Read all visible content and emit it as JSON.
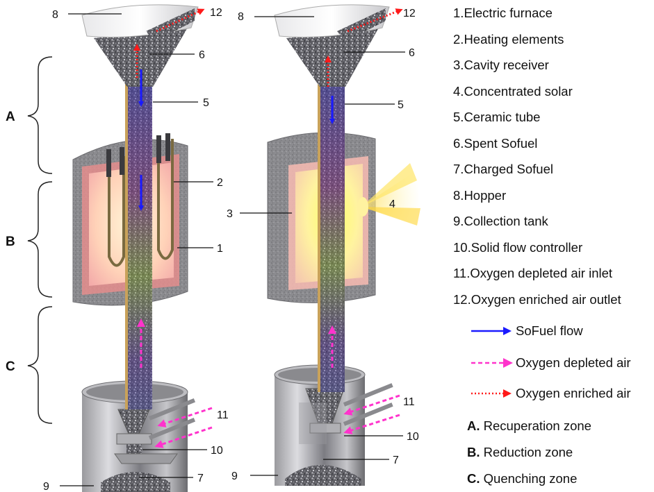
{
  "components": [
    {
      "num": "1.",
      "label": "Electric furnace"
    },
    {
      "num": "2.",
      "label": "Heating elements"
    },
    {
      "num": "3.",
      "label": "Cavity receiver"
    },
    {
      "num": "4.",
      "label": "Concentrated solar"
    },
    {
      "num": "5.",
      "label": "Ceramic tube"
    },
    {
      "num": "6.",
      "label": "Spent Sofuel"
    },
    {
      "num": "7.",
      "label": "Charged Sofuel"
    },
    {
      "num": "8.",
      "label": "Hopper"
    },
    {
      "num": "9.",
      "label": "Collection tank"
    },
    {
      "num": "10.",
      "label": "Solid flow controller"
    },
    {
      "num": "11.",
      "label": "Oxygen depleted air inlet"
    },
    {
      "num": "12.",
      "label": "Oxygen enriched air outlet"
    }
  ],
  "flows": [
    {
      "label": "SoFuel flow",
      "color": "#1a1aff",
      "style": "solid"
    },
    {
      "label": "Oxygen depleted air",
      "color": "#ff33cc",
      "style": "dashed"
    },
    {
      "label": "Oxygen enriched air",
      "color": "#ff1a1a",
      "style": "dotted"
    }
  ],
  "zones": [
    {
      "letter": "A.",
      "label": "Recuperation zone"
    },
    {
      "letter": "B.",
      "label": "Reduction zone"
    },
    {
      "letter": "C.",
      "label": "Quenching zone"
    }
  ],
  "zone_letters": [
    "A",
    "B",
    "C"
  ],
  "callouts_left": [
    "8",
    "12",
    "6",
    "5",
    "2",
    "1",
    "11",
    "10",
    "9",
    "7"
  ],
  "callouts_right": [
    "8",
    "12",
    "6",
    "5",
    "3",
    "4",
    "11",
    "10",
    "9",
    "7"
  ]
}
